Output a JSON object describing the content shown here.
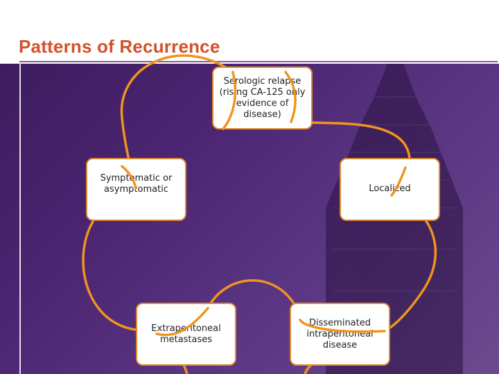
{
  "slide": {
    "title": "Patterns of Recurrence"
  },
  "diagram": {
    "nodes": [
      {
        "id": "serologic",
        "label": "Serologic relapse (rising CA-125 only evidence of disease)"
      },
      {
        "id": "symptomatic",
        "label": "Symptomatic or asymptomatic"
      },
      {
        "id": "localized",
        "label": "Localized"
      },
      {
        "id": "extraperitoneal",
        "label": "Extraperitoneal metastases"
      },
      {
        "id": "disseminated",
        "label": "Disseminated intraperitoneal disease"
      }
    ]
  },
  "colors": {
    "title": "#d4502a",
    "arc": "#f0941e",
    "box_border": "#e08a30",
    "background": "#4a2470"
  }
}
